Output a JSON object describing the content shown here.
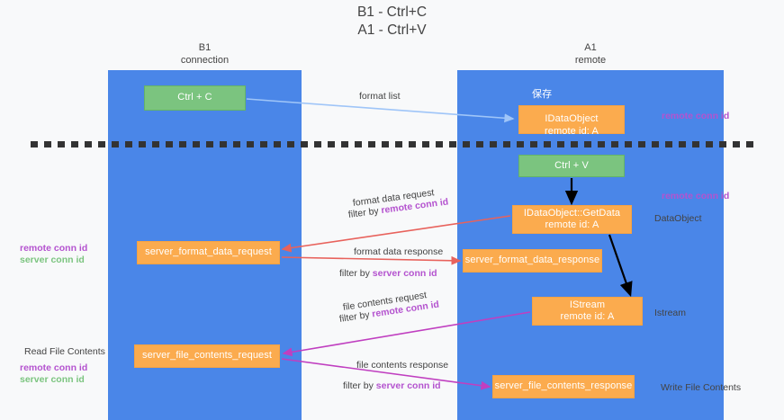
{
  "title": {
    "line1": "B1 - Ctrl+C",
    "line2": "A1 - Ctrl+V"
  },
  "lanes": [
    {
      "id": "b1",
      "name": "B1",
      "subtitle": "connection",
      "color": "#4a86e8"
    },
    {
      "id": "a1",
      "name": "A1",
      "subtitle": "remote",
      "color": "#4a86e8"
    }
  ],
  "colors": {
    "lane": "#4a86e8",
    "green_box": "#7bc47f",
    "orange_box": "#fbab4e",
    "accent_purple": "#b453cf",
    "accent_green": "#7bc47f",
    "arrow_blue": "#9fc5f8",
    "arrow_red": "#e8625c",
    "arrow_magenta": "#c03fc0",
    "arrow_black": "#000000",
    "background": "#f8f9fa",
    "text": "#434343"
  },
  "boxes": {
    "ctrl_c": "Ctrl + C",
    "save_dataobject": "IDataObject\nremote id: A",
    "save_dataobject_ghost": "保存",
    "ctrl_v": "Ctrl + V",
    "getdata": "IDataObject::GetData\nremote id: A",
    "server_format_data_request": "server_format_data_request",
    "server_format_data_response": "server_format_data_response",
    "istream": "IStream\nremote id: A",
    "server_file_contents_request": "server_file_contents_request",
    "server_file_contents_response": "server_file_contents_response"
  },
  "edge_labels": {
    "format_list": "format list",
    "format_data_request": "format data request",
    "format_data_request_filter_prefix": "filter by ",
    "format_data_request_filter_key": "remote conn id",
    "format_data_response": "format data response",
    "format_data_response_filter_prefix": "filter by ",
    "format_data_response_filter_key": "server conn id",
    "file_contents_request": "file contents request",
    "file_contents_request_filter_prefix": "filter by ",
    "file_contents_request_filter_key": "remote conn id",
    "file_contents_response": "file contents response",
    "file_contents_response_filter_prefix": "filter by ",
    "file_contents_response_filter_key": "server conn id"
  },
  "annotations": {
    "remote_conn_id_top": "remote conn id",
    "remote_conn_id_mid": "remote conn id",
    "dataobject": "DataObject",
    "istream": "Istream",
    "write_file_contents": "Write File Contents",
    "read_file_contents": "Read File Contents",
    "left_remote_conn_id_1": "remote conn id",
    "left_server_conn_id_1": "server conn id",
    "left_remote_conn_id_2": "remote conn id",
    "left_server_conn_id_2": "server conn id"
  },
  "separator": {
    "style": "dashed",
    "color": "#333333"
  }
}
